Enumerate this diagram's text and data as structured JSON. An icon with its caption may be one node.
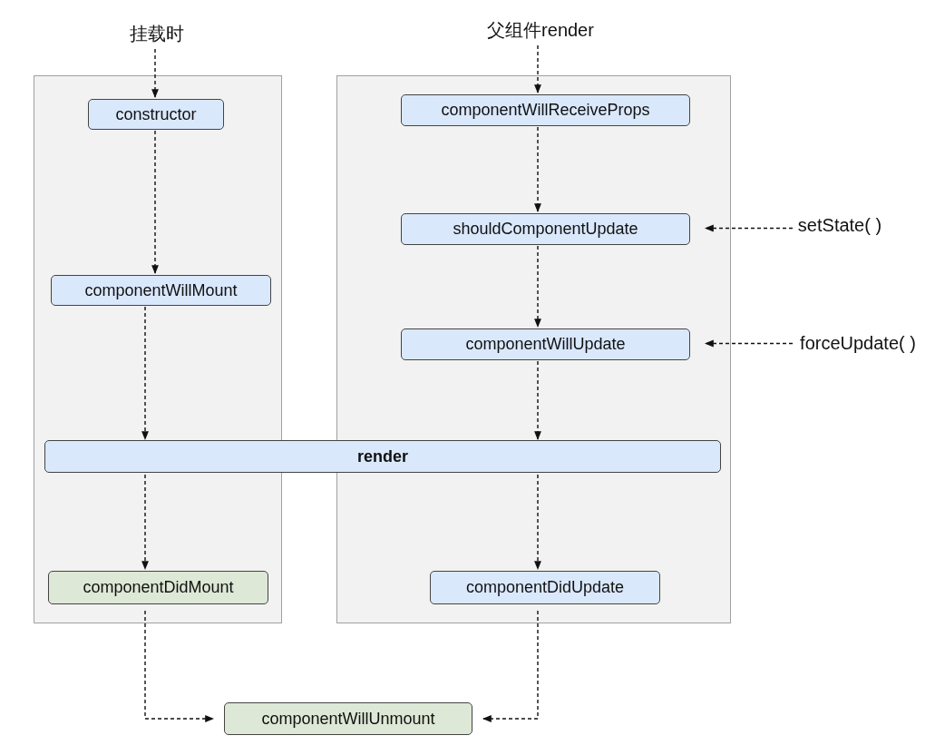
{
  "diagram": {
    "nodes": [
      {
        "text": [
          "挂载时"
        ]
      },
      {
        "text": [
          "父组件render"
        ]
      },
      {
        "text": [],
        "shape": "box"
      },
      {
        "text": [],
        "shape": "box"
      },
      {
        "text": [
          "constructor"
        ],
        "in": 2
      },
      {
        "text": [
          "componentWillMount"
        ],
        "in": 2
      },
      {
        "text": [
          "componentWillReceiveProps"
        ],
        "in": 3
      },
      {
        "text": [
          "shouldComponentUpdate"
        ],
        "in": 3
      },
      {
        "text": [
          "setState( )"
        ]
      },
      {
        "text": [
          "componentWillUpdate"
        ],
        "in": 3
      },
      {
        "text": [
          "forceUpdate( )"
        ]
      },
      {
        "text": [
          "render"
        ]
      },
      {
        "text": [
          "componentDidMount"
        ],
        "in": 2
      },
      {
        "text": [
          "componentDidUpdate"
        ],
        "in": 3
      },
      {
        "text": [
          "componentWillUnmount"
        ]
      }
    ],
    "edges": [
      {
        "from": 0,
        "to": 4,
        "arrow": "to",
        "style": "dashed"
      },
      {
        "from": 4,
        "to": 5,
        "arrow": "to",
        "style": "dashed"
      },
      {
        "from": 5,
        "to": 11,
        "arrow": "to",
        "style": "dashed"
      },
      {
        "from": 11,
        "to": 12,
        "arrow": "to",
        "style": "dashed"
      },
      {
        "from": 1,
        "to": 6,
        "arrow": "to",
        "style": "dashed"
      },
      {
        "from": 6,
        "to": 7,
        "arrow": "to",
        "style": "dashed"
      },
      {
        "from": 7,
        "to": 9,
        "arrow": "to",
        "style": "dashed"
      },
      {
        "from": 9,
        "to": 11,
        "arrow": "to",
        "style": "dashed"
      },
      {
        "from": 11,
        "to": 13,
        "arrow": "to",
        "style": "dashed"
      },
      {
        "from": 8,
        "to": 7,
        "arrow": "to",
        "style": "dashed"
      },
      {
        "from": 10,
        "to": 9,
        "arrow": "to",
        "style": "dashed"
      },
      {
        "from": 12,
        "to": 14,
        "arrow": "to",
        "style": "dashed"
      },
      {
        "from": 13,
        "to": 14,
        "arrow": "to",
        "style": "dashed"
      }
    ]
  }
}
